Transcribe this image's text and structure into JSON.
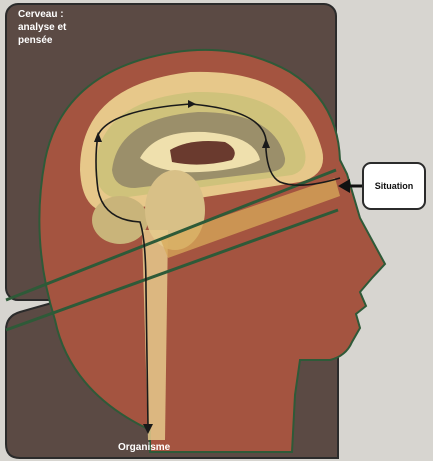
{
  "labels": {
    "brain": "Cerveau :\nanalyse et\npensée",
    "situation": "Situation",
    "body": "Organisme"
  },
  "colors": {
    "background": "#d7d5d0",
    "panel": "#5b4a44",
    "head": "#a45440",
    "outline": "#2e5a38",
    "brain_outer": "#e7c88a",
    "brain_mid": "#cfc27b",
    "brain_inner": "#efe0ad",
    "path_line": "#1a1a1a"
  }
}
